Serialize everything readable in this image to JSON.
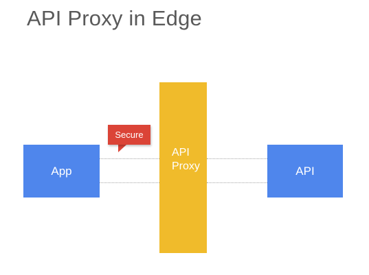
{
  "title": "API Proxy in Edge",
  "colors": {
    "client_box": "#4f86ec",
    "proxy_box": "#f0bb2b",
    "callout": "#db4437",
    "title_text": "#595959",
    "connector": "#a6a6a6"
  },
  "diagram": {
    "app": {
      "label": "App"
    },
    "proxy": {
      "label_line1": "API",
      "label_line2": "Proxy"
    },
    "api": {
      "label": "API"
    },
    "callout": {
      "label": "Secure"
    }
  }
}
